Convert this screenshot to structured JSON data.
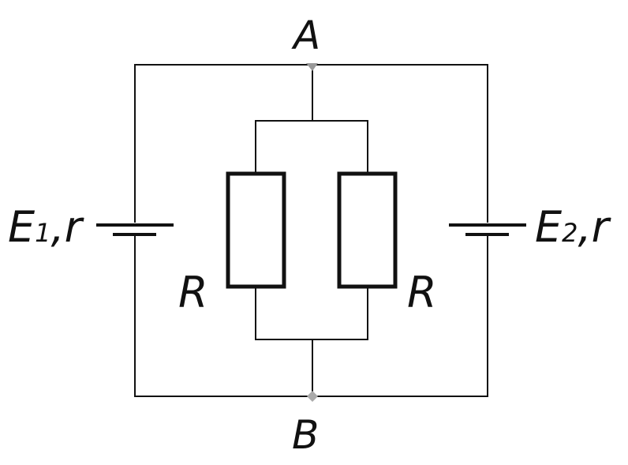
{
  "nodes": {
    "top": "A",
    "bottom": "B"
  },
  "sources": {
    "left": {
      "E": "E",
      "sub": "1",
      "sep": ",",
      "r": "r"
    },
    "right": {
      "E": "E",
      "sub": "2",
      "sep": ",",
      "r": "r"
    }
  },
  "resistors": {
    "left": "R",
    "right": "R"
  },
  "colors": {
    "wire": "#111111",
    "node": "#999999"
  }
}
